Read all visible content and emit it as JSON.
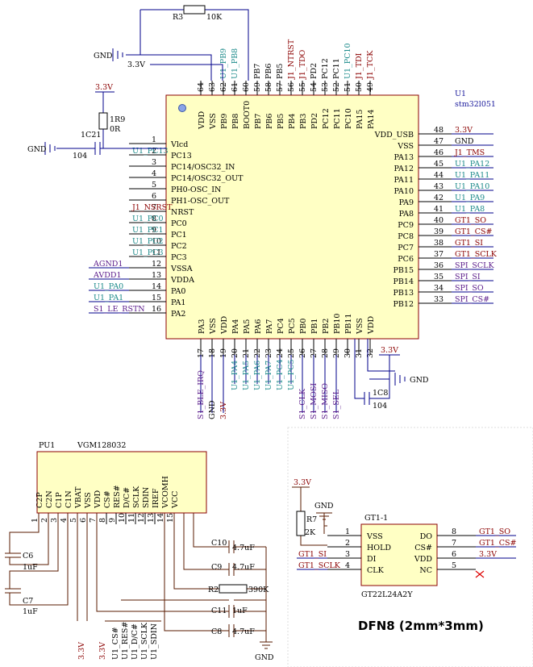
{
  "mcu": {
    "ref": "U1",
    "part": "stm32l051",
    "top_pins": [
      {
        "n": "64",
        "name": "VDD",
        "net": ""
      },
      {
        "n": "63",
        "name": "VSS",
        "net": ""
      },
      {
        "n": "62",
        "name": "PB9",
        "net": "U1_PB9"
      },
      {
        "n": "61",
        "name": "PB8",
        "net": "U1_PB8"
      },
      {
        "n": "60",
        "name": "BOOT0",
        "net": ""
      },
      {
        "n": "59",
        "name": "PB7",
        "net": "PB7"
      },
      {
        "n": "58",
        "name": "PB6",
        "net": "PB6"
      },
      {
        "n": "57",
        "name": "PB5",
        "net": "PB5"
      },
      {
        "n": "56",
        "name": "PB4",
        "net": "J1_NTRST"
      },
      {
        "n": "55",
        "name": "PB3",
        "net": "J1_TDO"
      },
      {
        "n": "54",
        "name": "PD2",
        "net": "PD2"
      },
      {
        "n": "53",
        "name": "PC12",
        "net": "PC12"
      },
      {
        "n": "52",
        "name": "PC11",
        "net": "PC11"
      },
      {
        "n": "51",
        "name": "PC10",
        "net": "U1_PC10"
      },
      {
        "n": "50",
        "name": "PA15",
        "net": "J1_TDI"
      },
      {
        "n": "49",
        "name": "PA14",
        "net": "J1_TCK"
      }
    ],
    "left_pins": [
      {
        "n": "1",
        "name": "Vlcd",
        "net": ""
      },
      {
        "n": "2",
        "name": "PC13",
        "net": "U1_PC13"
      },
      {
        "n": "3",
        "name": "PC14/OSC32_IN",
        "net": ""
      },
      {
        "n": "4",
        "name": "PC14/OSC32_OUT",
        "net": ""
      },
      {
        "n": "5",
        "name": "PH0-OSC_IN",
        "net": ""
      },
      {
        "n": "6",
        "name": "PH1-OSC_OUT",
        "net": ""
      },
      {
        "n": "7",
        "name": "NRST",
        "net": "J1_NSRST"
      },
      {
        "n": "8",
        "name": "PC0",
        "net": "U1_PC0"
      },
      {
        "n": "9",
        "name": "PC1",
        "net": "U1_PC1"
      },
      {
        "n": "10",
        "name": "PC2",
        "net": "U1_PC2"
      },
      {
        "n": "11",
        "name": "PC3",
        "net": "U1_PC3"
      },
      {
        "n": "12",
        "name": "VSSA",
        "net": "AGND1"
      },
      {
        "n": "13",
        "name": "VDDA",
        "net": "AVDD1"
      },
      {
        "n": "14",
        "name": "PA0",
        "net": "U1_PA0"
      },
      {
        "n": "15",
        "name": "PA1",
        "net": "U1_PA1"
      },
      {
        "n": "16",
        "name": "PA2",
        "net": "S1_LE_RSTN"
      }
    ],
    "right_pins": [
      {
        "n": "48",
        "name": "VDD_USB",
        "net": "3.3V"
      },
      {
        "n": "47",
        "name": "VSS",
        "net": "GND"
      },
      {
        "n": "46",
        "name": "PA13",
        "net": "J1_TMS"
      },
      {
        "n": "45",
        "name": "PA12",
        "net": "U1_PA12"
      },
      {
        "n": "44",
        "name": "PA11",
        "net": "U1_PA11"
      },
      {
        "n": "43",
        "name": "PA10",
        "net": "U1_PA10"
      },
      {
        "n": "42",
        "name": "PA9",
        "net": "U1_PA9"
      },
      {
        "n": "41",
        "name": "PA8",
        "net": "U1_PA8"
      },
      {
        "n": "40",
        "name": "PC9",
        "net": "GT1_SO"
      },
      {
        "n": "39",
        "name": "PC8",
        "net": "GT1_CS#"
      },
      {
        "n": "38",
        "name": "PC7",
        "net": "GT1_SI"
      },
      {
        "n": "37",
        "name": "PC6",
        "net": "GT1_SCLK"
      },
      {
        "n": "36",
        "name": "PB15",
        "net": "SPI_SCLK"
      },
      {
        "n": "35",
        "name": "PB14",
        "net": "SPI_SI"
      },
      {
        "n": "34",
        "name": "PB13",
        "net": "SPI_SO"
      },
      {
        "n": "33",
        "name": "PB12",
        "net": "SPI_CS#"
      }
    ],
    "bottom_pins": [
      {
        "n": "17",
        "name": "PA3",
        "net": "S1_BLE_IRQ"
      },
      {
        "n": "18",
        "name": "VSS",
        "net": "GND"
      },
      {
        "n": "19",
        "name": "VDD",
        "net": "3.3V"
      },
      {
        "n": "20",
        "name": "PA4",
        "net": "U1_PA4"
      },
      {
        "n": "21",
        "name": "PA5",
        "net": "U1_PA5"
      },
      {
        "n": "22",
        "name": "PA6",
        "net": "U1_PA6"
      },
      {
        "n": "23",
        "name": "PA7",
        "net": "U1_PA7"
      },
      {
        "n": "24",
        "name": "PC4",
        "net": "U1_PC4"
      },
      {
        "n": "25",
        "name": "PC5",
        "net": "U1_PC5"
      },
      {
        "n": "26",
        "name": "PB0",
        "net": "S1_CLK"
      },
      {
        "n": "27",
        "name": "PB1",
        "net": "S1_MOSI"
      },
      {
        "n": "28",
        "name": "PB2",
        "net": "S1_MISO"
      },
      {
        "n": "29",
        "name": "PB10",
        "net": "S1_SEL"
      },
      {
        "n": "30",
        "name": "PB11",
        "net": ""
      },
      {
        "n": "31",
        "name": "VSS",
        "net": ""
      },
      {
        "n": "32",
        "name": "VDD",
        "net": ""
      }
    ]
  },
  "top_passives": {
    "r3_ref": "R3",
    "r3_val": "10K",
    "gnd": "GND",
    "v33": "3.3V"
  },
  "left_passives": {
    "v33": "3.3V",
    "r9_ref": "1R9",
    "r9_val": "0R",
    "c21_ref": "1C21",
    "c21_val": "104",
    "gnd": "GND"
  },
  "bottom_passives": {
    "v33": "3.3V",
    "c8_ref": "1C8",
    "c8_val": "104",
    "gnd": "GND"
  },
  "oled": {
    "ref": "PU1",
    "part": "VGM128032",
    "pins": [
      {
        "n": "1",
        "name": "C2P"
      },
      {
        "n": "2",
        "name": "C2N"
      },
      {
        "n": "3",
        "name": "C1P"
      },
      {
        "n": "4",
        "name": "C1N"
      },
      {
        "n": "5",
        "name": "VBAT"
      },
      {
        "n": "6",
        "name": "VSS"
      },
      {
        "n": "7",
        "name": "VDD"
      },
      {
        "n": "8",
        "name": "CS#"
      },
      {
        "n": "9",
        "name": "RES#"
      },
      {
        "n": "10",
        "name": "D/C#"
      },
      {
        "n": "11",
        "name": "SCLK"
      },
      {
        "n": "12",
        "name": "SDIN"
      },
      {
        "n": "13",
        "name": "IREF"
      },
      {
        "n": "14",
        "name": "VCOMH"
      },
      {
        "n": "15",
        "name": "VCC"
      }
    ],
    "nets": [
      "3.3V",
      "3.3V",
      "U1_CS#",
      "U1_RES#",
      "U1_D/C#",
      "U1_SCLK",
      "U1_SDIN"
    ],
    "c6_ref": "C6",
    "c6_val": "1uF",
    "c7_ref": "C7",
    "c7_val": "1uF",
    "c10_ref": "C10",
    "c10_val": "4.7uF",
    "c9_ref": "C9",
    "c9_val": "4.7uF",
    "r2_ref": "R2",
    "r2_val": "390K",
    "c11_ref": "C11",
    "c11_val": "1uF",
    "c8_ref": "C8",
    "c8_val": "4.7uF",
    "gnd": "GND"
  },
  "flash": {
    "ref": "GT1-1",
    "part": "GT22L24A2Y",
    "v33": "3.3V",
    "gnd": "GND",
    "r7_ref": "R7",
    "r7_val": "2K",
    "left_pins": [
      {
        "n": "1",
        "name": "VSS",
        "net": ""
      },
      {
        "n": "2",
        "name": "HOLD",
        "net": ""
      },
      {
        "n": "3",
        "name": "DI",
        "net": "GT1_SI"
      },
      {
        "n": "4",
        "name": "CLK",
        "net": "GT1_SCLK"
      }
    ],
    "right_pins": [
      {
        "n": "8",
        "name": "DO",
        "net": "GT1_SO"
      },
      {
        "n": "7",
        "name": "CS#",
        "net": "GT1_CS#"
      },
      {
        "n": "6",
        "name": "VDD",
        "net": "3.3V"
      },
      {
        "n": "5",
        "name": "NC",
        "net": ""
      }
    ],
    "package": "DFN8 (2mm*3mm)"
  }
}
